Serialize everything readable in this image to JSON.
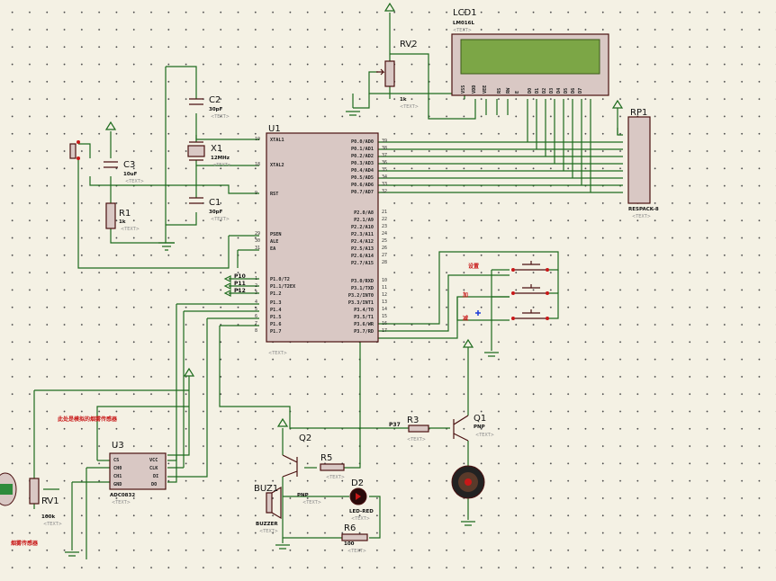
{
  "components": {
    "lcd1": {
      "ref": "LCD1",
      "value": "LM016L",
      "pins": [
        "VSS",
        "VDD",
        "VEE",
        "RS",
        "RW",
        "E",
        "D0",
        "D1",
        "D2",
        "D3",
        "D4",
        "D5",
        "D6",
        "D7"
      ]
    },
    "rv2": {
      "ref": "RV2",
      "value": "1k"
    },
    "rp1": {
      "ref": "RP1",
      "value": "RESPACK-8"
    },
    "u1": {
      "ref": "U1",
      "left_pins": [
        "XTAL1",
        "XTAL2",
        "RST",
        "PSEN",
        "ALE",
        "EA",
        "P1.0/T2",
        "P1.1/T2EX",
        "P1.2",
        "P1.3",
        "P1.4",
        "P1.5",
        "P1.6",
        "P1.7"
      ],
      "left_nums": [
        "19",
        "18",
        "9",
        "29",
        "30",
        "31",
        "1",
        "2",
        "3",
        "4",
        "5",
        "6",
        "7",
        "8"
      ],
      "right_p0": [
        "P0.0/AD0",
        "P0.1/AD1",
        "P0.2/AD2",
        "P0.3/AD3",
        "P0.4/AD4",
        "P0.5/AD5",
        "P0.6/AD6",
        "P0.7/AD7"
      ],
      "right_p0_nums": [
        "39",
        "38",
        "37",
        "36",
        "35",
        "34",
        "33",
        "32"
      ],
      "right_p2": [
        "P2.0/A8",
        "P2.1/A9",
        "P2.2/A10",
        "P2.3/A11",
        "P2.4/A12",
        "P2.5/A13",
        "P2.6/A14",
        "P2.7/A15"
      ],
      "right_p2_nums": [
        "21",
        "22",
        "23",
        "24",
        "25",
        "26",
        "27",
        "28"
      ],
      "right_p3": [
        "P3.0/RXD",
        "P3.1/TXD",
        "P3.2/INT0",
        "P3.3/INT1",
        "P3.4/T0",
        "P3.5/T1",
        "P3.6/WR",
        "P3.7/RD"
      ],
      "right_p3_nums": [
        "10",
        "11",
        "12",
        "13",
        "14",
        "15",
        "16",
        "17"
      ]
    },
    "c1": {
      "ref": "C1",
      "value": "30pF"
    },
    "c2": {
      "ref": "C2",
      "value": "30pF"
    },
    "c3": {
      "ref": "C3",
      "value": "10uF"
    },
    "x1": {
      "ref": "X1",
      "value": "12MHz"
    },
    "r1": {
      "ref": "R1",
      "value": "1k"
    },
    "r3": {
      "ref": "R3",
      "value": ""
    },
    "r5": {
      "ref": "R5",
      "value": ""
    },
    "r6": {
      "ref": "R6",
      "value": "100"
    },
    "q1": {
      "ref": "Q1",
      "value": "PNP"
    },
    "q2": {
      "ref": "Q2",
      "value": "PNP"
    },
    "d2": {
      "ref": "D2",
      "value": "LED-RED"
    },
    "buz1": {
      "ref": "BUZ1",
      "value": "BUZZER"
    },
    "rv1": {
      "ref": "RV1",
      "value": "100k"
    },
    "u3": {
      "ref": "U3",
      "value": "ADC0832",
      "left_pins": [
        "CS",
        "CH0",
        "CH1",
        "GND"
      ],
      "right_pins": [
        "VCC",
        "CLK",
        "DI",
        "DO"
      ]
    }
  },
  "text_placeholder": "<TEXT>",
  "net_labels": {
    "p10": "P10",
    "p11": "P11",
    "p12": "P12",
    "p37": "P37"
  },
  "switch_labels": [
    "设置",
    "加",
    "减"
  ],
  "notes": {
    "gas_module": "此处是模拟的烟雾传感器",
    "sensor": "烟雾传感器"
  }
}
